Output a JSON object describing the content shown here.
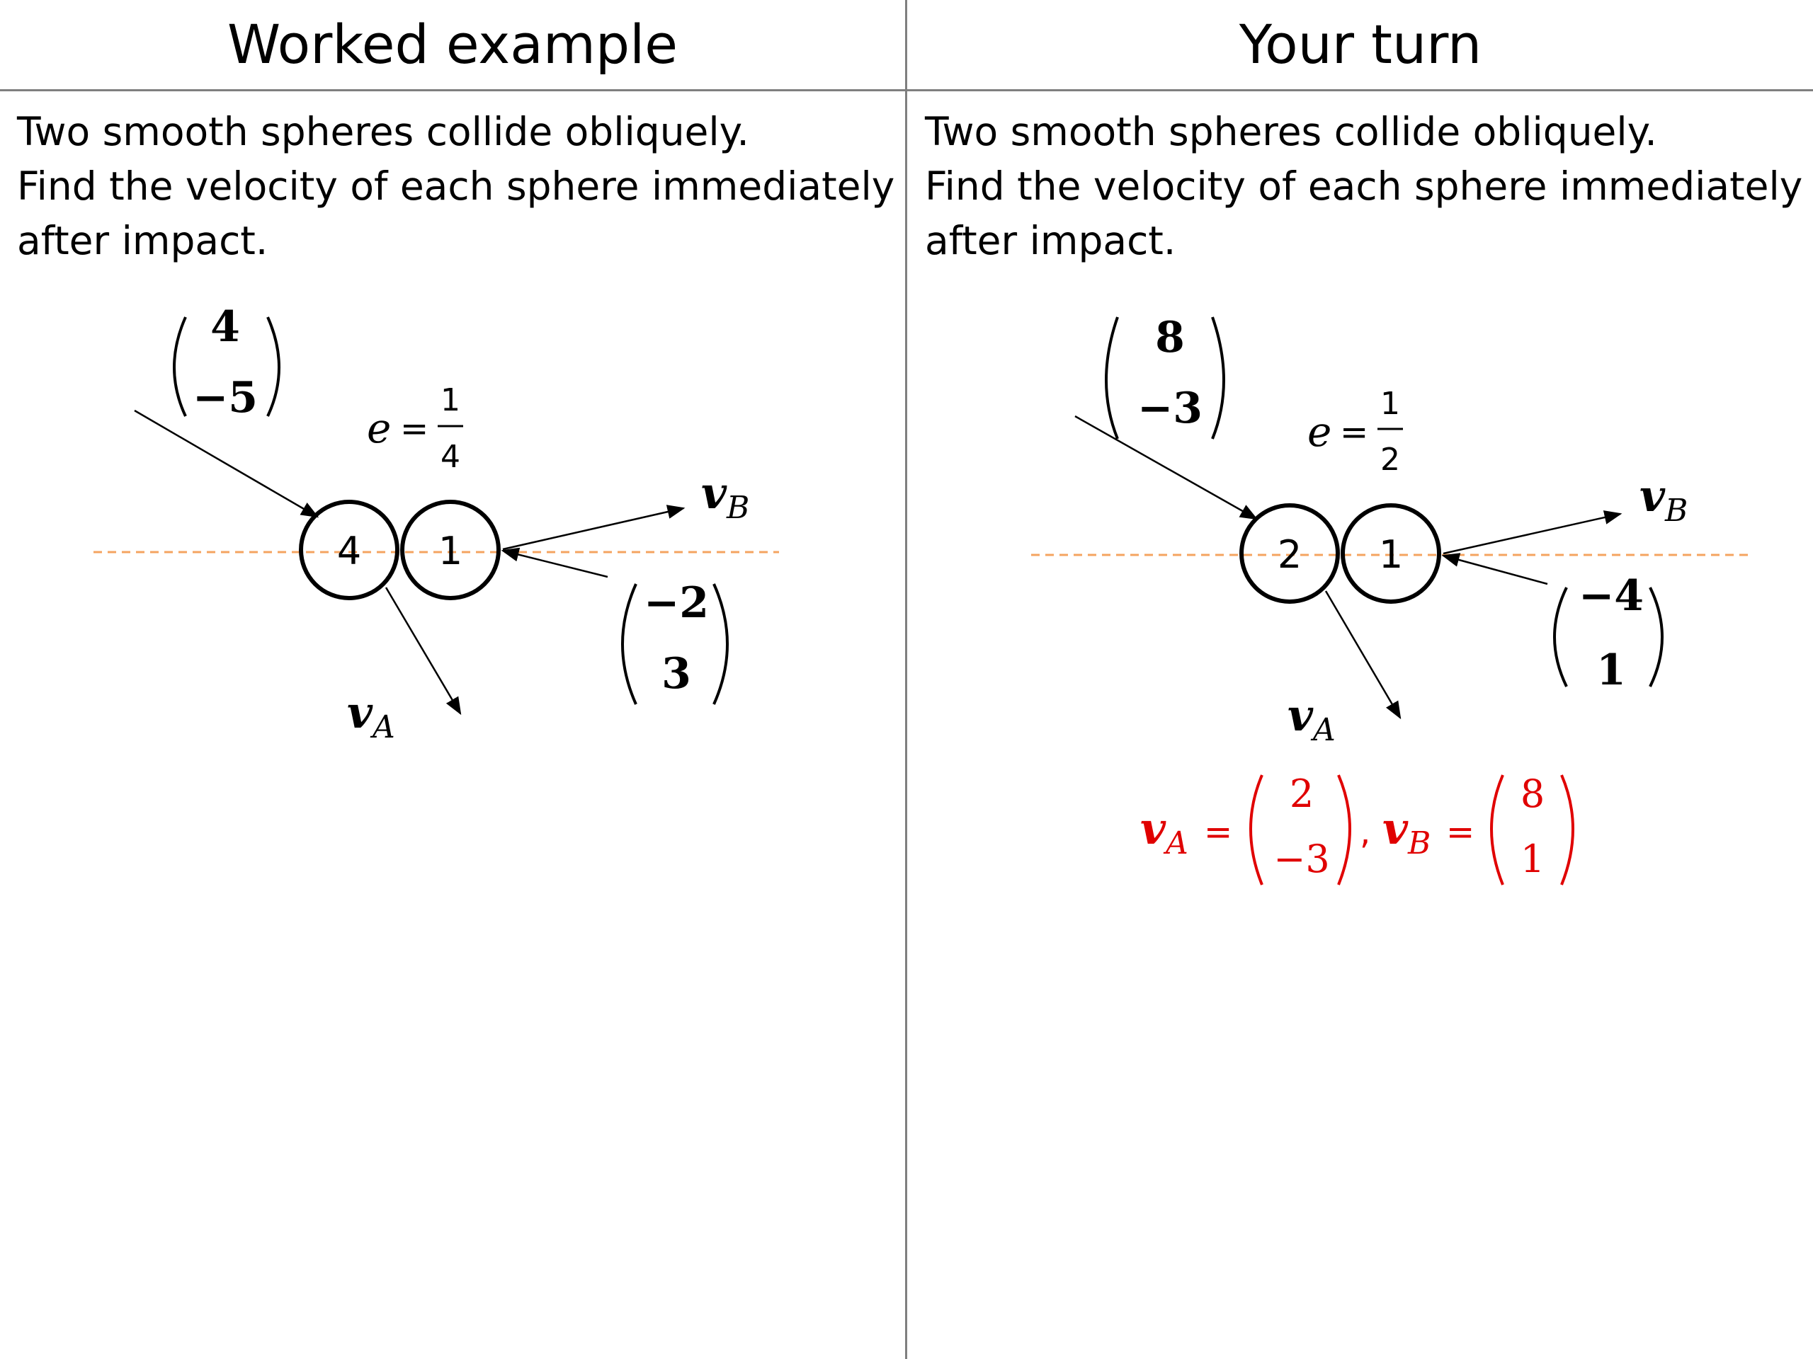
{
  "panels": {
    "left": {
      "title": "Worked example",
      "problem": [
        "Two smooth spheres collide obliquely.",
        "Find the velocity of each sphere immediately",
        "after impact."
      ],
      "ball_a_mass": "4",
      "ball_b_mass": "1",
      "u_a": [
        "4",
        "−5"
      ],
      "u_b": [
        "−2",
        "3"
      ],
      "e_label": "e",
      "e_equals": "=",
      "e_num": "1",
      "e_den": "4",
      "va_main": "v",
      "va_sub": "A",
      "vb_main": "v",
      "vb_sub": "B"
    },
    "right": {
      "title": "Your turn",
      "problem": [
        "Two smooth spheres collide obliquely.",
        "Find the velocity of each sphere immediately",
        "after impact."
      ],
      "ball_a_mass": "2",
      "ball_b_mass": "1",
      "u_a": [
        "8",
        "−3"
      ],
      "u_b": [
        "−4",
        "1"
      ],
      "e_label": "e",
      "e_equals": "=",
      "e_num": "1",
      "e_den": "2",
      "va_main": "v",
      "va_sub": "A",
      "vb_main": "v",
      "vb_sub": "B",
      "answer": {
        "va_main": "v",
        "va_sub": "A",
        "eq": "=",
        "va": [
          "2",
          "−3"
        ],
        "comma": ",",
        "vb_main": "v",
        "vb_sub": "B",
        "vb": [
          "8",
          "1"
        ]
      }
    }
  },
  "colors": {
    "divider": "#7f7f7f",
    "line_of_centres": "#f4a460",
    "answer": "#e00000"
  }
}
